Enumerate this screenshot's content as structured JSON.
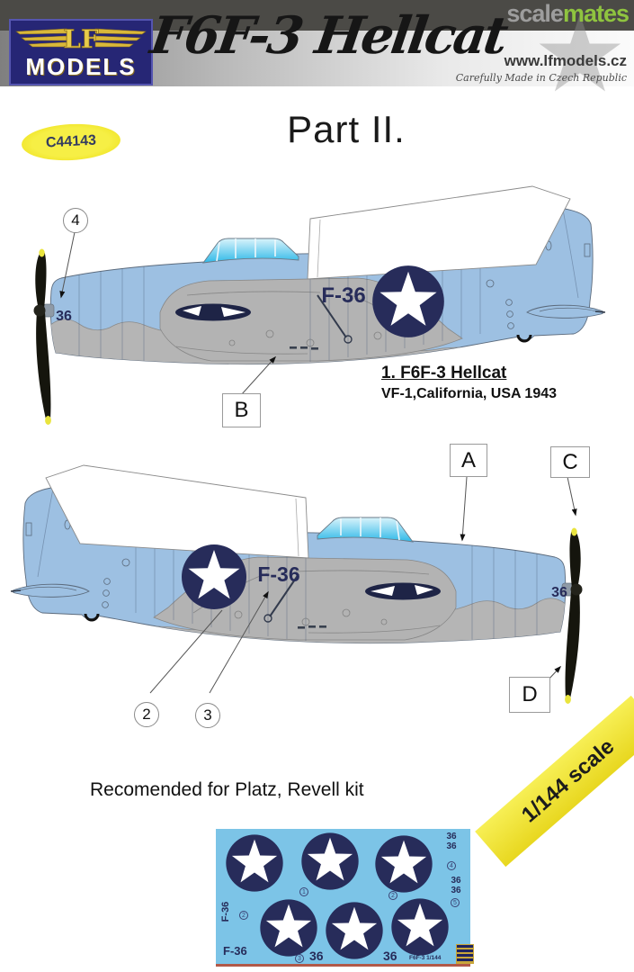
{
  "header": {
    "brand_top": "LF",
    "brand_bottom": "MODELS",
    "title": "F6F-3 Hellcat",
    "watermark_scale": "scale",
    "watermark_mates": "mates",
    "website": "www.lfmodels.cz",
    "tagline": "Carefully Made in Czech Republic"
  },
  "code_badge": "C44143",
  "part_title": "Part II.",
  "scheme1": {
    "caption_title": "1. F6F-3 Hellcat",
    "caption_subtitle": "VF-1,California, USA 1943",
    "fuselage_code": "F-36",
    "nose_number": "36"
  },
  "scheme2": {
    "fuselage_code": "F-36",
    "nose_number": "36"
  },
  "callouts": {
    "n4": "4",
    "n2": "2",
    "n3": "3",
    "bA": "A",
    "bB": "B",
    "bC": "C",
    "bD": "D"
  },
  "recommendation": "Recomended for Platz, Revell kit",
  "scale_banner": "1/144 scale",
  "decal_sheet": {
    "right_top_numbers": [
      "36",
      "36"
    ],
    "right_top_marker": "4",
    "right_mid_numbers": [
      "36",
      "36"
    ],
    "right_mid_marker": "5",
    "star_markers": [
      "1",
      "2"
    ],
    "vertical_code": "F-36",
    "vertical_code_marker": "2",
    "bottom_code": "F-36",
    "bottom_marker": "3",
    "bottom_numbers": [
      "36",
      "36"
    ],
    "footer": "F6F-3 1/144"
  },
  "colors": {
    "fuselage_blue": "#9dc0e2",
    "belly_gray": "#b5b5b5",
    "roundel_navy": "#272c5a",
    "decal_background": "#7cc4e7",
    "banner_yellow": "#f2e838",
    "badge_yellow": "#f2ea3a",
    "scalemates_green": "#8fc43f",
    "propeller_black": "#15150d",
    "prop_tip_yellow": "#e9e43e"
  }
}
